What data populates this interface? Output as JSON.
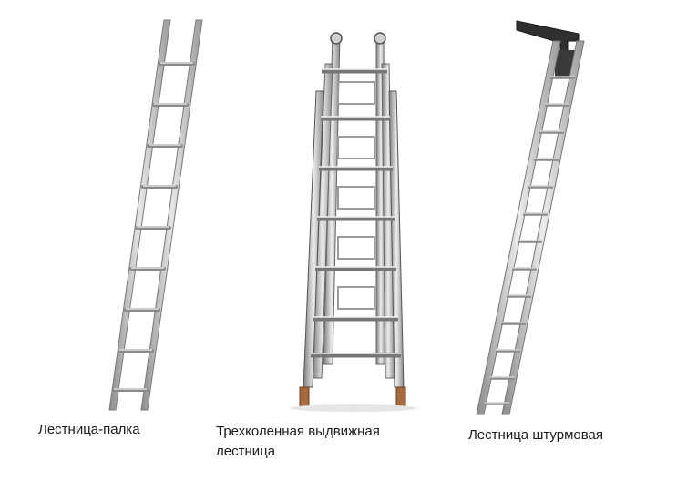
{
  "items": [
    {
      "caption": "Лестница-палка"
    },
    {
      "caption_lines": [
        "Трехколенная выдвижная",
        "лестница"
      ]
    },
    {
      "caption": "Лестница штурмовая"
    }
  ],
  "colors": {
    "metal_light": "#e8e8e8",
    "metal_mid": "#b8b8b8",
    "metal_dark": "#6e6e6e",
    "hook": "#2e2e2e",
    "foot": "#b06a3a"
  },
  "icons": [
    "pole-ladder-icon",
    "three-section-extension-ladder-icon",
    "assault-ladder-icon"
  ]
}
